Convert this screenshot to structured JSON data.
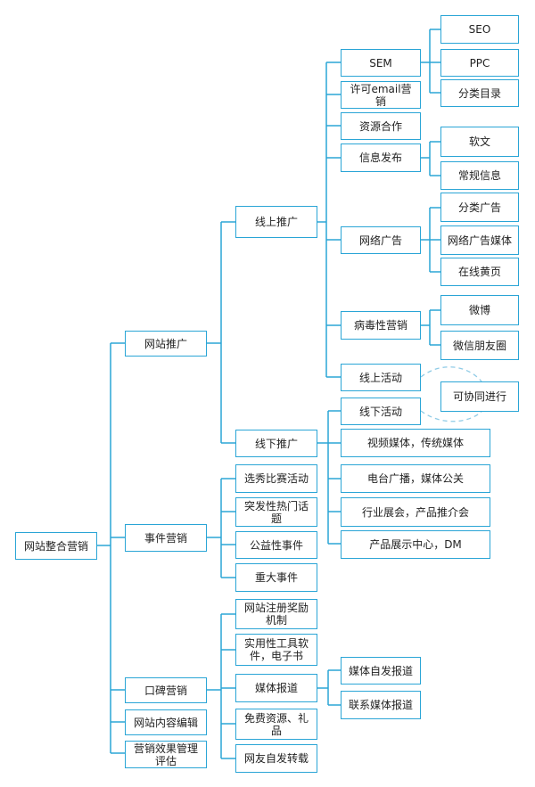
{
  "root": "网站整合营销",
  "l1": {
    "promo": "网站推广",
    "event": "事件营销",
    "wom": "口碑营销",
    "content": "网站内容编辑",
    "eval": "营销效果管理评估"
  },
  "promo": {
    "online": "线上推广",
    "offline": "线下推广"
  },
  "online": {
    "sem": "SEM",
    "email": "许可email营销",
    "resource": "资源合作",
    "info": "信息发布",
    "netad": "网络广告",
    "viral": "病毒性营销",
    "activity": "线上活动"
  },
  "sem": [
    "SEO",
    "PPC",
    "分类目录"
  ],
  "info": [
    "软文",
    "常规信息"
  ],
  "netad": [
    "分类广告",
    "网络广告媒体",
    "在线黄页"
  ],
  "viral": [
    "微博",
    "微信朋友圈"
  ],
  "sync": "可协同进行",
  "offline": [
    "线下活动",
    "视频媒体，传统媒体",
    "电台广播，媒体公关",
    "行业展会，产品推介会",
    "产品展示中心，DM"
  ],
  "event": [
    "选秀比赛活动",
    "突发性热门话题",
    "公益性事件",
    "重大事件"
  ],
  "wom": [
    "网站注册奖励机制",
    "实用性工具软件，电子书",
    "媒体报道",
    "免费资源、礼品",
    "网友自发转载"
  ],
  "media": [
    "媒体自发报道",
    "联系媒体报道"
  ],
  "colors": {
    "line": "#2aa5d6"
  }
}
